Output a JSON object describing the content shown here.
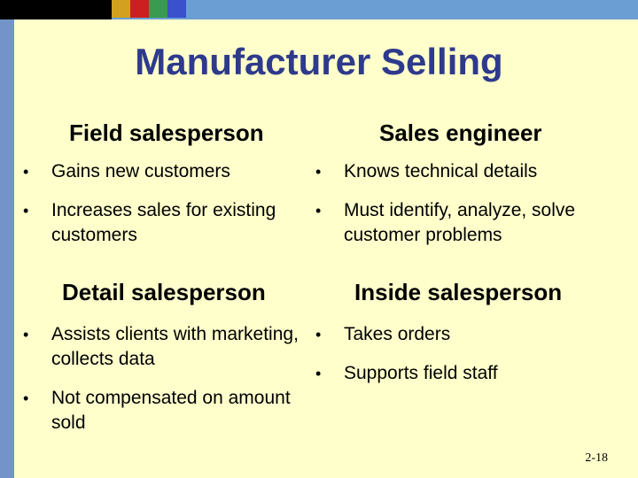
{
  "slide": {
    "title": "Manufacturer Selling",
    "page_number": "2-18",
    "colors": {
      "background": "#ffffcc",
      "title": "#2e3a8c",
      "top_band": "#6b9fd3",
      "left_bar": "#7393c9",
      "swatches": [
        "#d4a020",
        "#cc2020",
        "#3a9a50",
        "#3a50cc"
      ]
    }
  },
  "sections": [
    {
      "heading": "Field salesperson",
      "bullets": [
        "Gains new customers",
        "Increases sales for existing customers"
      ]
    },
    {
      "heading": "Sales engineer",
      "bullets": [
        "Knows technical details",
        "Must identify, analyze, solve customer problems"
      ]
    },
    {
      "heading": "Detail salesperson",
      "bullets": [
        "Assists clients with marketing, collects data",
        "Not compensated on amount sold"
      ]
    },
    {
      "heading": "Inside salesperson",
      "bullets": [
        "Takes orders",
        "Supports field staff"
      ]
    }
  ],
  "bullet_glyph": "•"
}
